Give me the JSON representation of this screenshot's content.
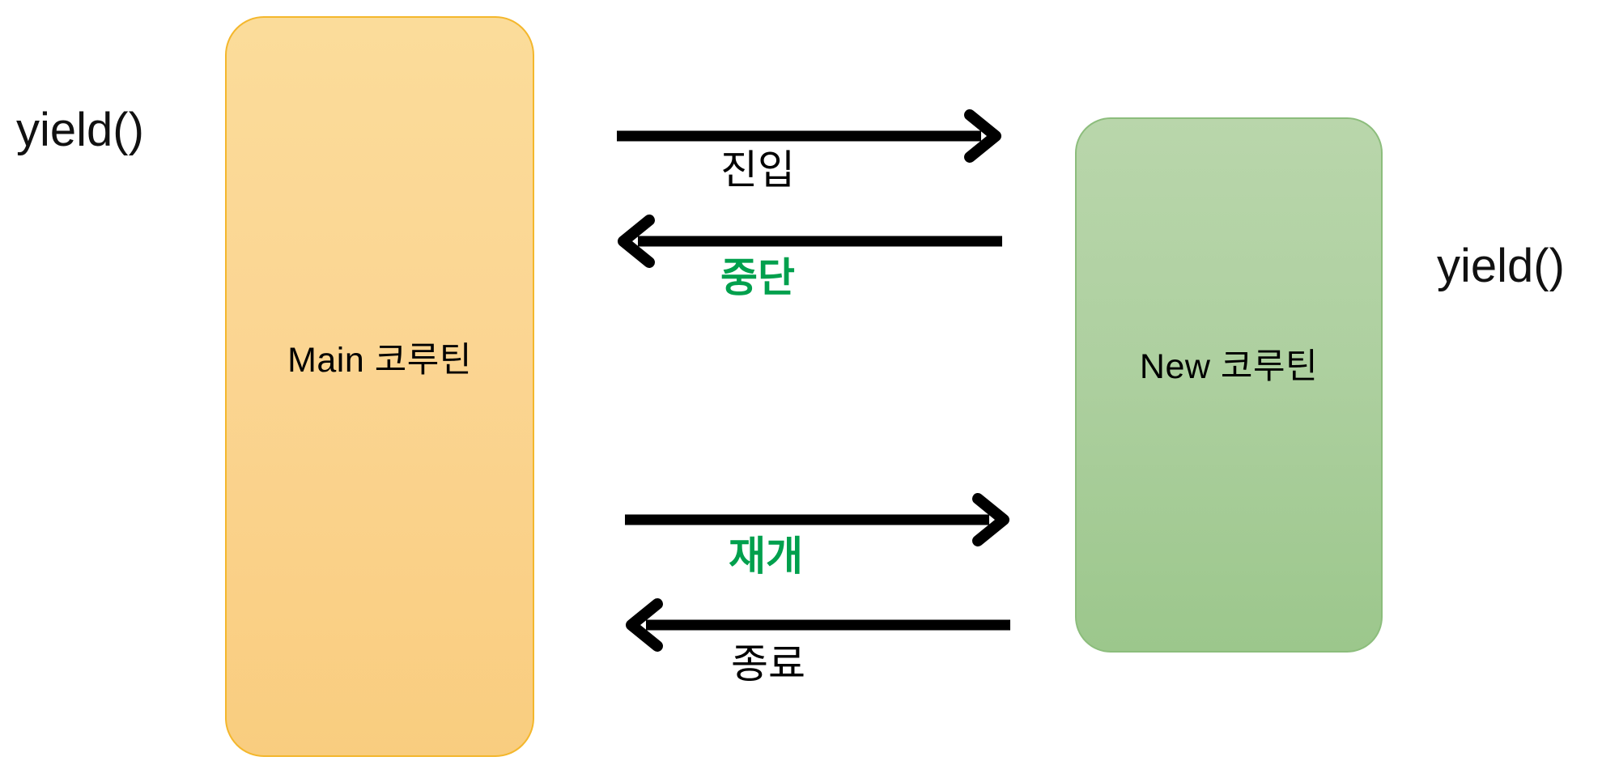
{
  "diagram": {
    "title": "Coroutine yield() interaction diagram",
    "background_color": "#ffffff",
    "accent_green": "#00a04d",
    "boxes": [
      {
        "id": "main-coroutine",
        "label": "Main 코루틴",
        "fill": "#fbd592",
        "border": "#f4b72c",
        "side": "left"
      },
      {
        "id": "new-coroutine",
        "label": "New 코루틴",
        "fill": "#aed0a0",
        "border": "#8cbd7c",
        "side": "right"
      }
    ],
    "captions": [
      {
        "id": "yield-left",
        "text": "yield()"
      },
      {
        "id": "yield-right",
        "text": "yield()"
      }
    ],
    "flows": [
      {
        "id": "enter",
        "label": "진입",
        "direction": "right",
        "color": "#000000",
        "from": "Main 코루틴",
        "to": "New 코루틴"
      },
      {
        "id": "suspend",
        "label": "중단",
        "direction": "left",
        "color": "#00a04d",
        "from": "New 코루틴",
        "to": "Main 코루틴"
      },
      {
        "id": "resume",
        "label": "재개",
        "direction": "right",
        "color": "#00a04d",
        "from": "Main 코루틴",
        "to": "New 코루틴"
      },
      {
        "id": "finish",
        "label": "종료",
        "direction": "left",
        "color": "#000000",
        "from": "New 코루틴",
        "to": "Main 코루틴"
      }
    ]
  }
}
